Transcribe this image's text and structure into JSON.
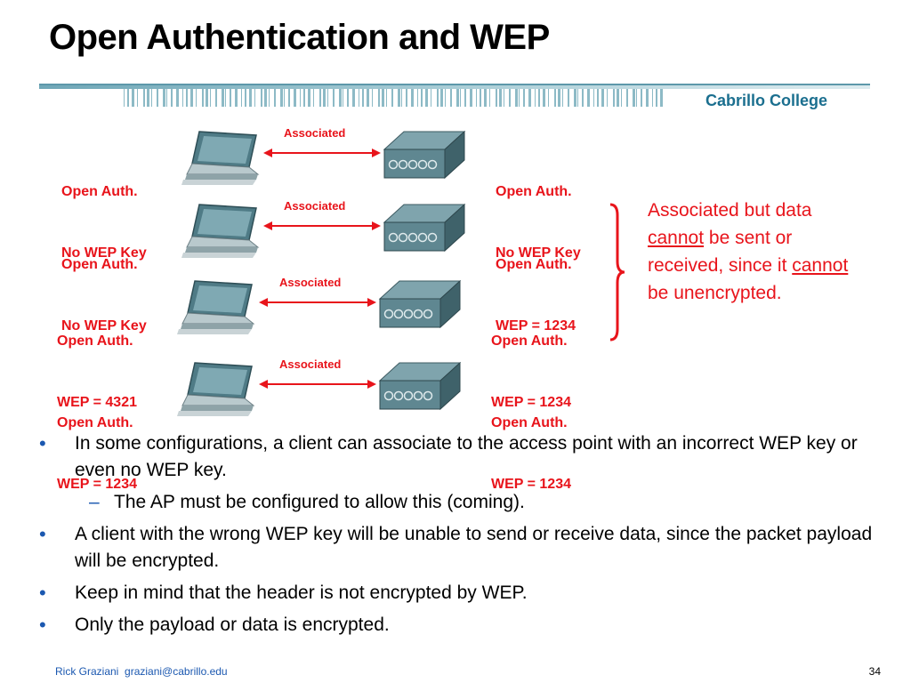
{
  "slide": {
    "title": "Open Authentication and WEP",
    "college": "Cabrillo College",
    "footer_author": "Rick Graziani",
    "footer_email": "graziani@cabrillo.edu",
    "page_number": "34"
  },
  "rows": [
    {
      "client_line1": "Open Auth.",
      "client_line2": "No WEP Key",
      "link": "Associated",
      "ap_line1": "Open Auth.",
      "ap_line2": "No WEP Key"
    },
    {
      "client_line1": "Open Auth.",
      "client_line2": "No WEP Key",
      "link": "Associated",
      "ap_line1": "Open Auth.",
      "ap_line2": "WEP = 1234"
    },
    {
      "client_line1": "Open Auth.",
      "client_line2": "WEP = 4321",
      "link": "Associated",
      "ap_line1": "Open Auth.",
      "ap_line2": "WEP = 1234"
    },
    {
      "client_line1": "Open Auth.",
      "client_line2": "WEP = 1234",
      "link": "Associated",
      "ap_line1": "Open Auth.",
      "ap_line2": "WEP = 1234"
    }
  ],
  "note": {
    "part1": "Associated but data ",
    "em1": "cannot",
    "part2": " be sent or received, since it ",
    "em2": "cannot",
    "part3": " be unencrypted."
  },
  "bullets": {
    "b1": "In some configurations, a client can associate to the access point with an incorrect WEP key or even no WEP key.",
    "b1_sub": "The AP must be configured to allow this (coming).",
    "b2": "A client with the wrong WEP key will be unable to send or receive data, since the packet payload will be encrypted.",
    "b3": "Keep in mind that the header is not encrypted by WEP.",
    "b4": "Only the payload or data is encrypted."
  },
  "colors": {
    "accent_red": "#e8141b",
    "bullet_blue": "#1b58b0",
    "banner_teal": "#1b6f8f"
  }
}
